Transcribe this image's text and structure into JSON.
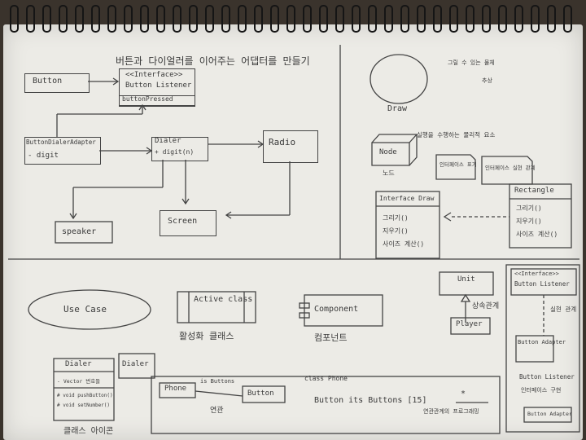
{
  "title": "버튼과 다이얼러를 이어주는 어댑터를 만들기",
  "labels": {
    "button": "Button",
    "interface": "<<Interface>>",
    "button_listener": "Button Listener",
    "button_pressed": "buttonPressed",
    "button_dialer_adapter": "ButtonDialerAdapter",
    "digit": "- digit",
    "dialer": "Dialer",
    "dialer_method": "+ digit(n)",
    "radio": "Radio",
    "speaker": "speaker",
    "screen": "Screen",
    "draw": "Draw",
    "draw_note": "그릴 수 있는 물체",
    "draw_note2": "추상",
    "node": "Node",
    "node_kr": "노드",
    "node_desc": "실행을 수행하는 물리적 요소",
    "interface_draw": "Interface Draw",
    "draw_m1": "그리기()",
    "draw_m2": "지우기()",
    "draw_m3": "사이즈 계산()",
    "rect": "Rectangle",
    "rect_m1": "그리기()",
    "rect_m2": "지우기()",
    "rect_m3": "사이즈 계산()",
    "note_interface": "인터페이스 표기",
    "note_impl": "인터페이스 실현 관계",
    "use_case": "Use Case",
    "active_class": "Active class",
    "active_kr": "활성화 클래스",
    "component": "Component",
    "component_kr": "컴포넌트",
    "unit": "Unit",
    "player": "Player",
    "inherit": "상속관계",
    "interface2": "<<Interface>>",
    "button_listener2": "Button Listener",
    "realize": "실현 관계",
    "button_adapter": "Button Adapter",
    "button_listener3": "Button Listener",
    "dialer2": "Dialer",
    "dialer_attr": "- Vector 번호들",
    "dialer_m1": "# void pushButton()",
    "dialer_m2": "# void setNumber()",
    "class_icon": "클래스 아이콘",
    "dialer_icon": "Dialer",
    "phone": "Phone",
    "is_buttons": "is Buttons",
    "button2": "Button",
    "link": "연관",
    "class_phone": "class Phone",
    "button_its": "Button its Buttons [15]",
    "assoc": "연관관계의 프로그래밍",
    "star": "*",
    "interface_note": "인터페이스 구현",
    "adapter_small": "Button Adapter"
  }
}
